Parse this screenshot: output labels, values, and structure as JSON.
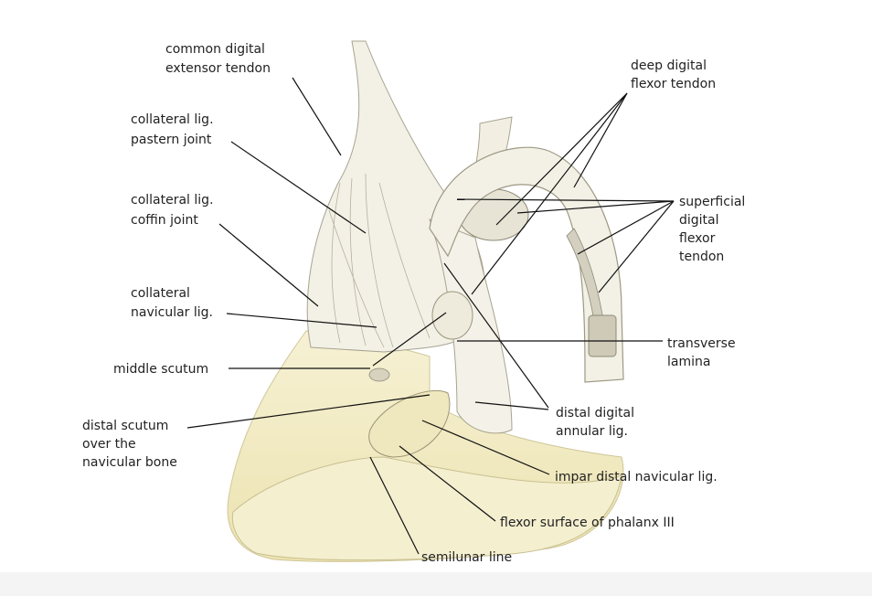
{
  "labels": {
    "common_digital_extensor": [
      "common digital",
      "extensor tendon"
    ],
    "collateral_pastern": [
      "collateral lig.",
      "pastern joint"
    ],
    "collateral_coffin": [
      "collateral lig.",
      "coffin joint"
    ],
    "collateral_navicular": [
      "collateral",
      "navicular lig."
    ],
    "middle_scutum": "middle scutum",
    "distal_scutum": [
      "distal scutum",
      "over the",
      "navicular bone"
    ],
    "deep_digital_flexor": [
      "deep digital",
      "flexor tendon"
    ],
    "superficial_digital_flexor": [
      "superficial",
      "digital",
      "flexor",
      "tendon"
    ],
    "transverse_lamina": [
      "transverse",
      "lamina"
    ],
    "distal_digital_annular": [
      "distal digital",
      "annular lig."
    ],
    "impar_distal_navicular": "impar distal navicular lig.",
    "flexor_surface": "flexor surface of phalanx III",
    "semilunar_line": "semilunar line"
  },
  "colors": {
    "hoof": "#f1ebc4",
    "tissue": "#f2f0e4",
    "shade": "#b8b4a4",
    "ink": "#111111"
  }
}
